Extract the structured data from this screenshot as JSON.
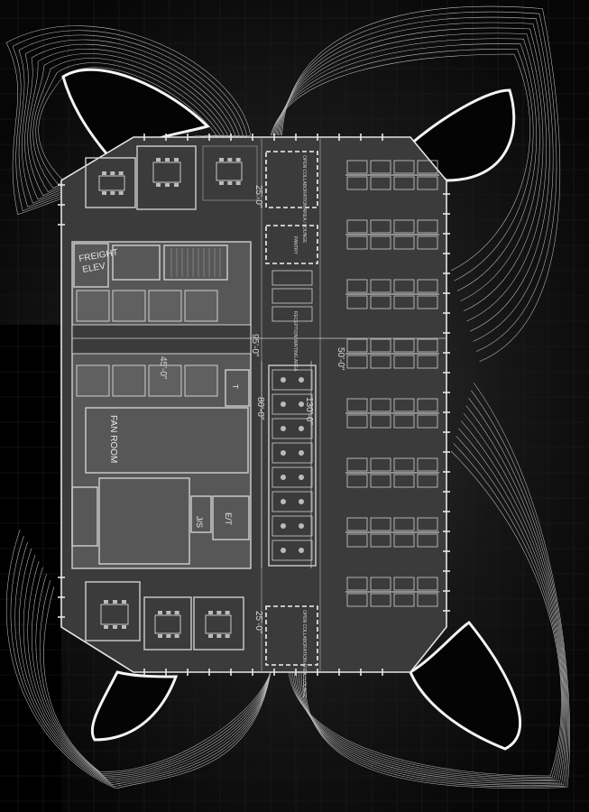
{
  "plan": {
    "labels": {
      "freight_elev_1": "FREIGHT",
      "freight_elev_2": "ELEV",
      "fan_room": "FAN ROOM",
      "js": "J/S",
      "et": "E/T",
      "t": "T"
    },
    "dimensions": {
      "top_zone": "25'-0\"",
      "bottom_zone": "25'-0\"",
      "corridor_west": "95'-0\"",
      "corridor_east": "50'-0\"",
      "core_width": "45'-0\"",
      "depth_80": "80'-0\"",
      "span_130": "130'-0\""
    },
    "zones": {
      "collab_top": "OPEN COLLABORATION AREA / LOUNGE",
      "pantry": "PANTRY",
      "reception": "RECEPTION WAITING AREA",
      "collab_bottom": "OPEN COLLABORATION AREA / LOUNGE"
    },
    "colors": {
      "background": "#000000",
      "floor": "#3a3a3a",
      "core": "#555555",
      "lines": "#cfcfcf",
      "contours": "#bdbdbd"
    }
  }
}
